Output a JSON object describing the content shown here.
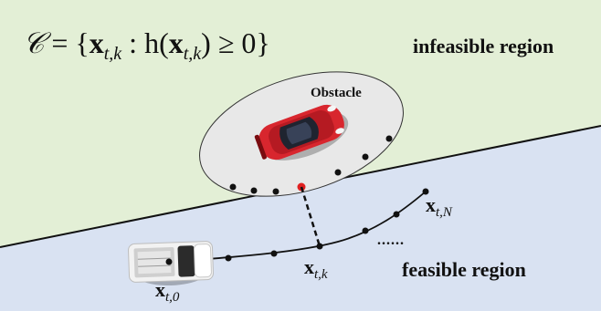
{
  "diagram": {
    "set_definition": "𝒞 = {x_{t,k} : h(x_{t,k}) ≥ 0}",
    "set_definition_parts": {
      "calligraphic_c": "𝒞",
      "equals_open": " = {",
      "x_bold": "x",
      "sub_tk": "t,k",
      "colon_h": " : h(",
      "close_geq": ") ≥ 0}"
    },
    "infeasible_label": "infeasible region",
    "feasible_label": "feasible region",
    "obstacle_label": "Obstacle",
    "state_start": {
      "base": "x",
      "sub": "t,0"
    },
    "state_k": {
      "base": "x",
      "sub": "t,k"
    },
    "state_end": {
      "base": "x",
      "sub": "t,N"
    },
    "ellipsis": "......",
    "colors": {
      "infeasible_fill": "#e3efd6",
      "feasible_fill": "#d9e2f2",
      "obstacle_ellipse": "#e8e8e8",
      "obstacle_car": "#d8262e",
      "ego_truck": "#f2f2f2",
      "contact_point": "#e02020"
    }
  }
}
